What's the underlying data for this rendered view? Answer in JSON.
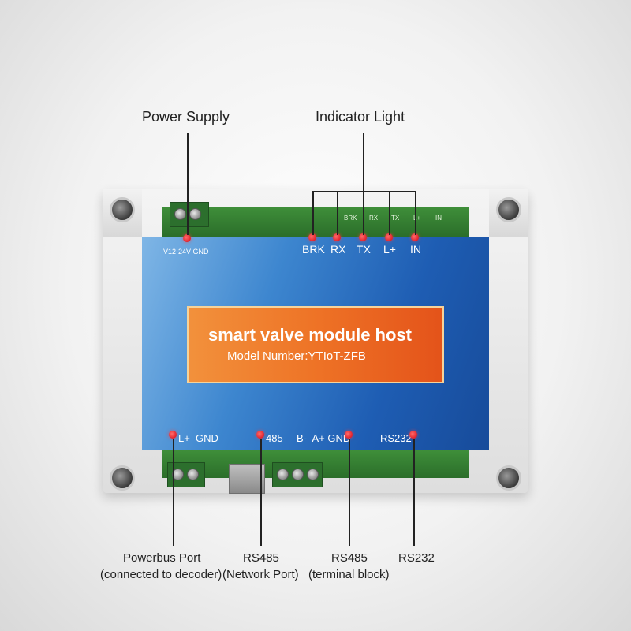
{
  "callouts": {
    "power_supply": "Power Supply",
    "indicator_light": "Indicator Light",
    "powerbus_line1": "Powerbus Port",
    "powerbus_line2": "(connected to decoder)",
    "rs485_net_line1": "RS485",
    "rs485_net_line2": "(Network Port)",
    "rs485_term_line1": "RS485",
    "rs485_term_line2": "(terminal block)",
    "rs232": "RS232"
  },
  "panel": {
    "power_pins": "V12-24V GND",
    "indicators": [
      "BRK",
      "RX",
      "TX",
      "L+",
      "IN"
    ],
    "bottom_powerbus": "L+  GND",
    "bottom_rs485_net": "485",
    "bottom_rs485_term": "B-  A+ GND",
    "bottom_rs232": "RS232"
  },
  "pcb_top": [
    "BRK",
    "RX",
    "TX",
    "L+",
    "IN"
  ],
  "label": {
    "title": "smart valve module host",
    "model": "Model Number:YTIoT-ZFB"
  },
  "colors": {
    "panel_blue": "#1e5db3",
    "label_orange": "#ee7326",
    "led_red": "#e0202a",
    "pcb_green": "#2b6e2a"
  }
}
